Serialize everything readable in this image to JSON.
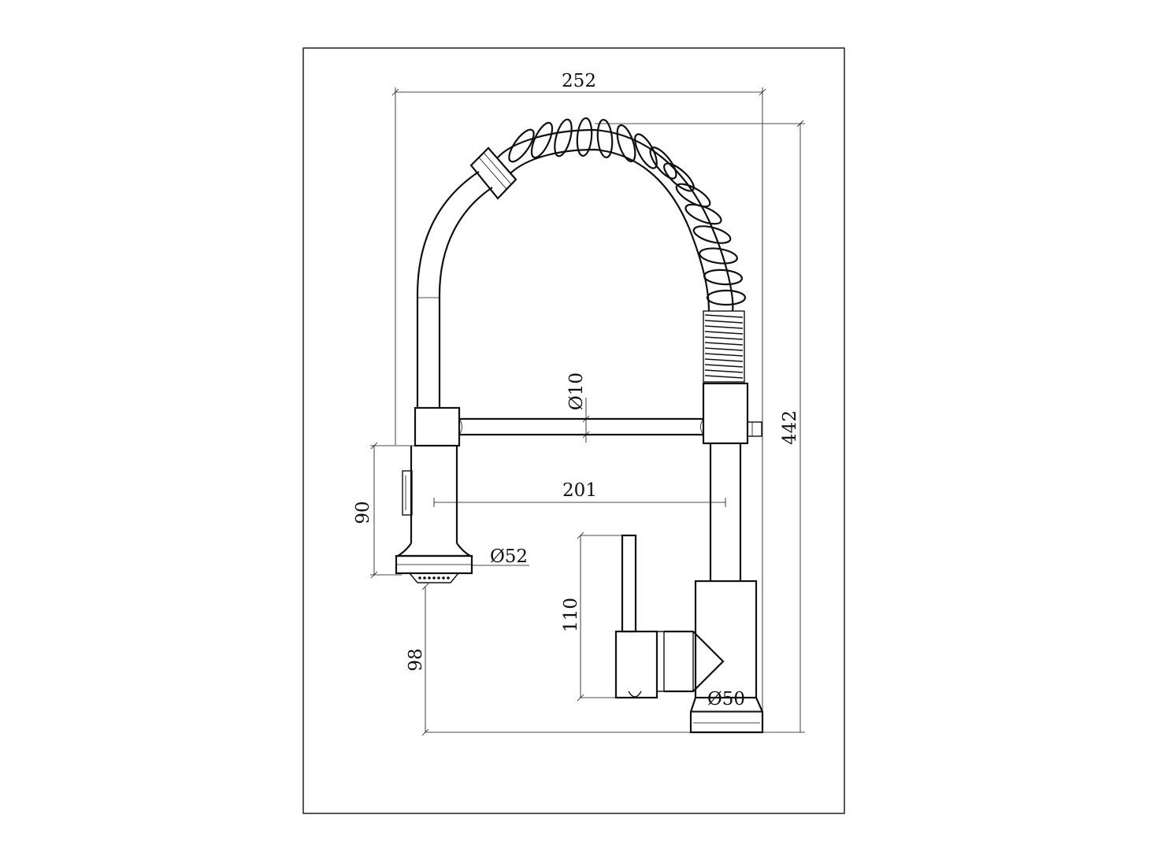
{
  "drawing": {
    "subject": "pull-down kitchen faucet technical drawing",
    "line_color": "#111111",
    "background": "#ffffff"
  },
  "dimensions": {
    "overall_width": "252",
    "overall_height": "442",
    "spout_reach": "201",
    "arm_diameter": "Ø10",
    "sprayer_height": "90",
    "sprayer_diameter": "Ø52",
    "sprayer_clearance": "98",
    "handle_height": "110",
    "base_diameter": "Ø50"
  }
}
